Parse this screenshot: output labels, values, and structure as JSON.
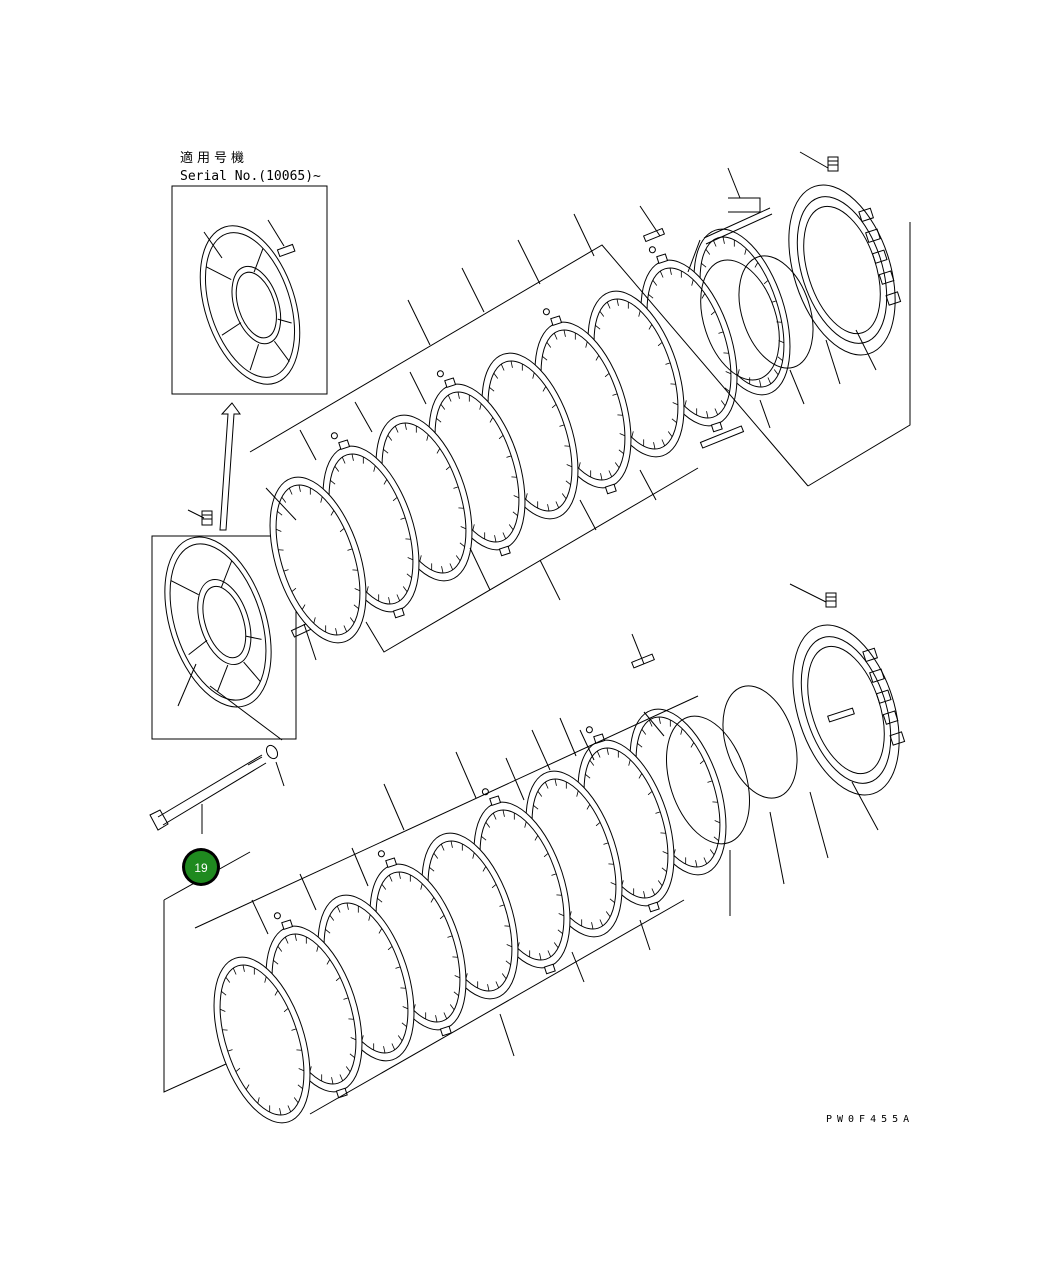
{
  "header": {
    "applicable_label": "適用号機",
    "serial_label": "Serial No.(10065)~"
  },
  "footer": {
    "drawing_code": "PW0F455A"
  },
  "callouts": [
    {
      "number": "19",
      "color": "#1f8a1f"
    }
  ]
}
